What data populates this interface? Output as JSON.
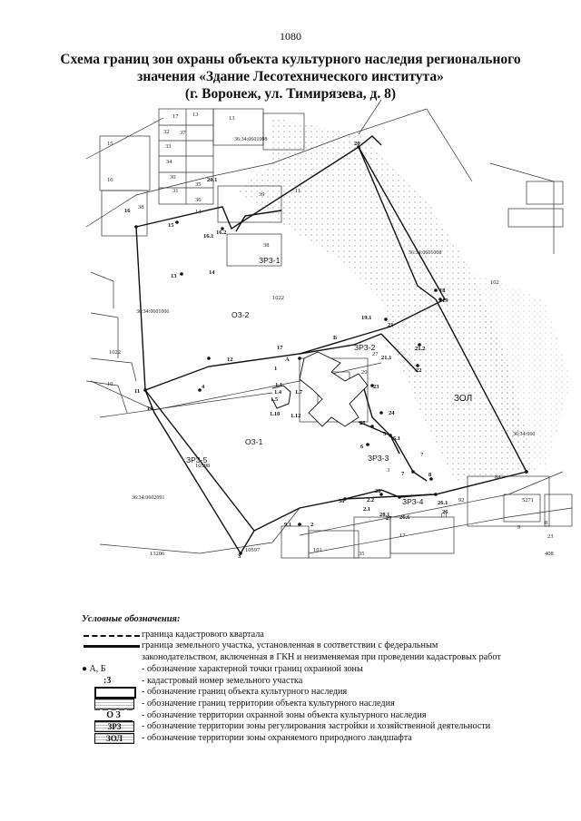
{
  "page_number": "1080",
  "title_lines": [
    "Схема границ зон охраны объекта культурного наследия регионального",
    "значения «Здание Лесотехнического института»",
    "(г. Воронеж, ул. Тимирязева, д. 8)"
  ],
  "map": {
    "zone_labels": [
      "ЗРЗ-1",
      "ОЗ-2",
      "ЗРЗ-2",
      "ЗОЛ",
      "ОЗ-1",
      "ЗРЗ-3",
      "ЗРЗ-5",
      "ЗРЗ-4"
    ],
    "cadastral_labels": [
      "36:34:0601008",
      "36:34:0601006",
      "36:34:0601008",
      "36:34:0602091",
      "36:34:060"
    ],
    "parcel_labels": [
      "17",
      "37",
      "32",
      "33",
      "34",
      "30",
      "31",
      "35",
      "36",
      "38",
      "39",
      "14",
      "13",
      "13",
      "15",
      "16",
      "38",
      "11",
      "1022",
      "102",
      "1022",
      "10598",
      "20",
      "27",
      "7",
      "84",
      "10597",
      "101",
      "35",
      "17",
      "408",
      "13206",
      "92",
      "1/1",
      "5271",
      "8",
      "9",
      "23",
      "3",
      "10"
    ],
    "point_labels": [
      "20",
      "20.1",
      "16",
      "15",
      "14",
      "16.1",
      "16.2",
      "13",
      "18",
      "19",
      "19.1",
      "21",
      "21.1",
      "21.2",
      "22",
      "17",
      "Б",
      "А",
      "1",
      "12",
      "11",
      "4",
      "10",
      "1.1",
      "1.4",
      "1.5",
      "1.7",
      "1.10",
      "1.12",
      "23",
      "24",
      "25",
      "5",
      "5.1",
      "6",
      "7",
      "8",
      "9",
      "30",
      "2",
      "2.1",
      "2.2",
      "28",
      "28.1",
      "27",
      "26.6",
      "26.1",
      "26",
      "9.1",
      "3",
      "29"
    ]
  },
  "legend": {
    "title": "Условные обозначения:",
    "items": [
      {
        "symbol": "",
        "text": "граница кадастрового квартала"
      },
      {
        "symbol": "",
        "text": "граница земельного участка, установленная в соответствии  с федеральным",
        "text2": "законодательством, включенная в ГКН и неизменяемая при  проведении кадастровых работ"
      },
      {
        "symbol": "● А, Б",
        "text": "- обозначение характерной точки границ охранной зоны"
      },
      {
        "symbol": ":3",
        "text": "- кадастровый номер земельного участка"
      },
      {
        "symbol": "",
        "text": "- обозначение границ объекта культурного наследия"
      },
      {
        "symbol": "",
        "text": "- обозначение границ  территории объекта культурного наследия"
      },
      {
        "symbol": "О З",
        "text": "- обозначение территории охранной  зоны объекта культурного наследия"
      },
      {
        "symbol": "ЗРЗ",
        "text": "- обозначение территории  зоны регулирования застройки и хозяйственной деятельности"
      },
      {
        "symbol": "ЗОЛ",
        "text": "- обозначение территории  зоны охраняемого природного ландшафта"
      }
    ]
  }
}
